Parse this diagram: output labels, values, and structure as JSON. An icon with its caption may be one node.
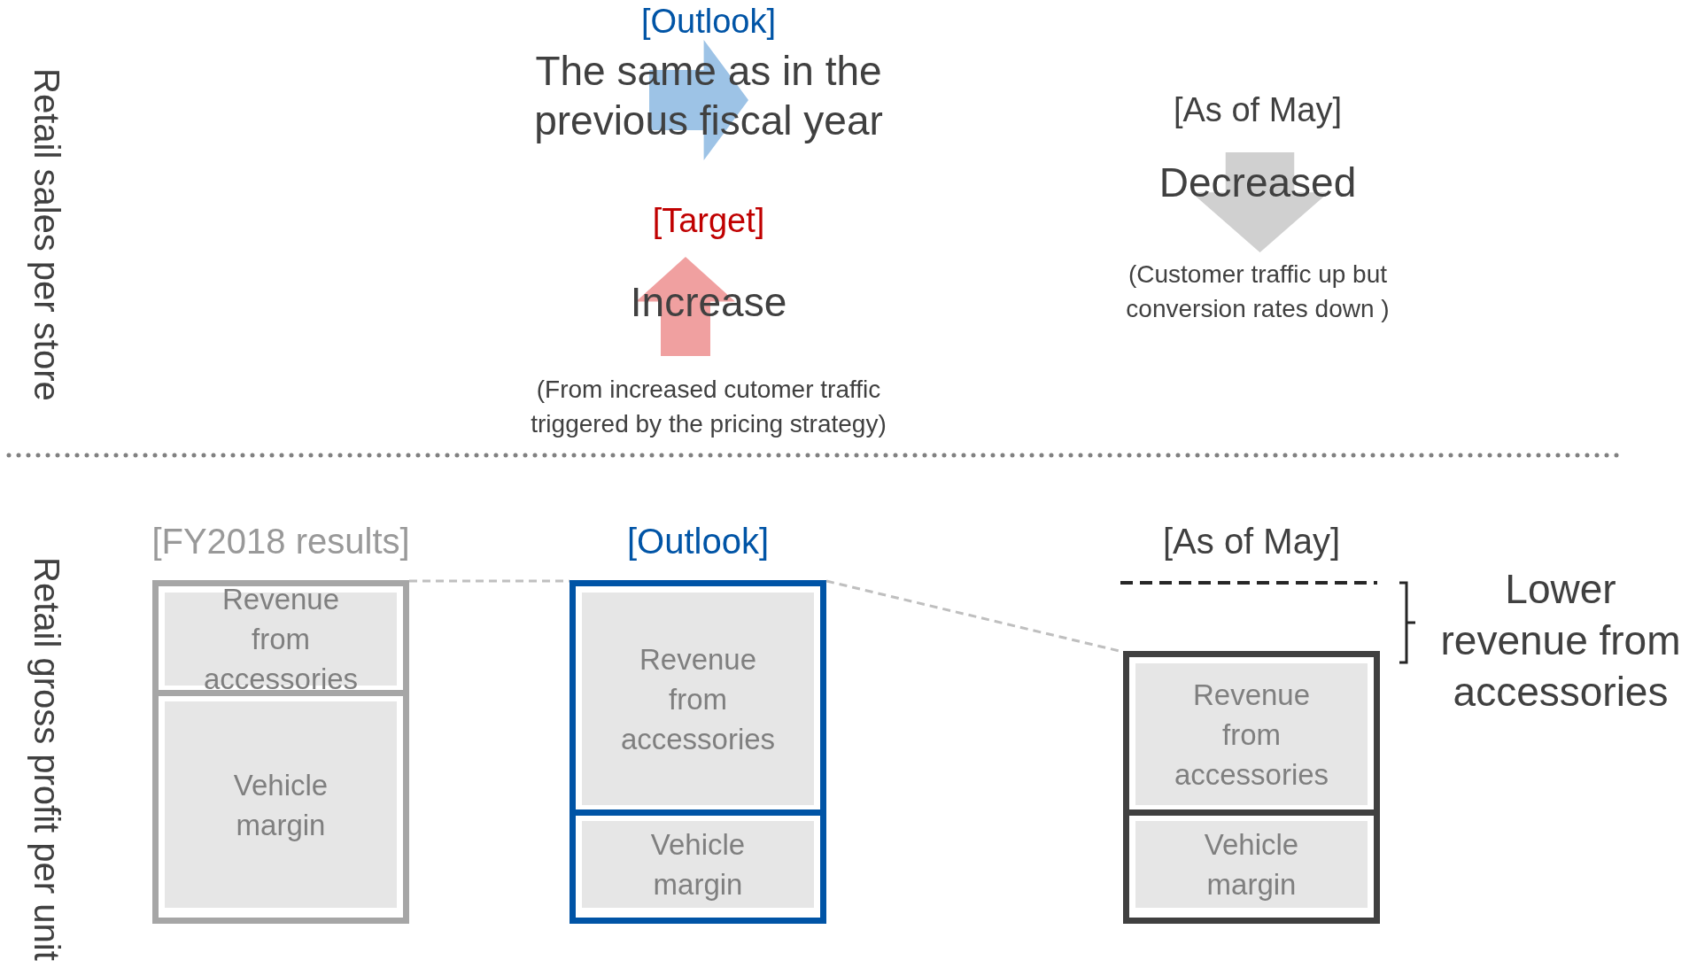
{
  "diagram": {
    "nodes": [
      {
        "text": [
          "[Outlook]",
          "The same as in the previous fiscal year"
        ]
      },
      {
        "text": [
          "[Target]",
          "Increase"
        ],
        "beside": [
          "(From increased cutomer traffic triggered by the pricing strategy)"
        ]
      },
      {
        "text": [
          "[As of May]",
          "Decreased"
        ],
        "beside": [
          "(Customer traffic up but conversion rates down )"
        ]
      },
      {
        "text": [
          "[FY2018 results]"
        ]
      },
      {
        "text": [
          "Revenue from accessories"
        ],
        "in": 3
      },
      {
        "text": [
          "Vehicle margin"
        ],
        "in": 3
      },
      {
        "text": [
          "[Outlook]"
        ]
      },
      {
        "text": [
          "Revenue from accessories"
        ],
        "in": 6
      },
      {
        "text": [
          "Vehicle margin"
        ],
        "in": 6
      },
      {
        "text": [
          "[As of May]"
        ]
      },
      {
        "text": [
          "Revenue from accessories"
        ],
        "in": 9
      },
      {
        "text": [
          "Vehicle margin"
        ],
        "in": 9
      }
    ],
    "edges": [
      {
        "from": 3,
        "to": 6,
        "arrow": "none",
        "style": "dashed"
      },
      {
        "from": 6,
        "to": 9,
        "arrow": "none",
        "style": "dashed"
      }
    ],
    "labels": [
      "Retail sales per store",
      "Retail gross profit per unit",
      "Lower revenue from accessories"
    ]
  }
}
